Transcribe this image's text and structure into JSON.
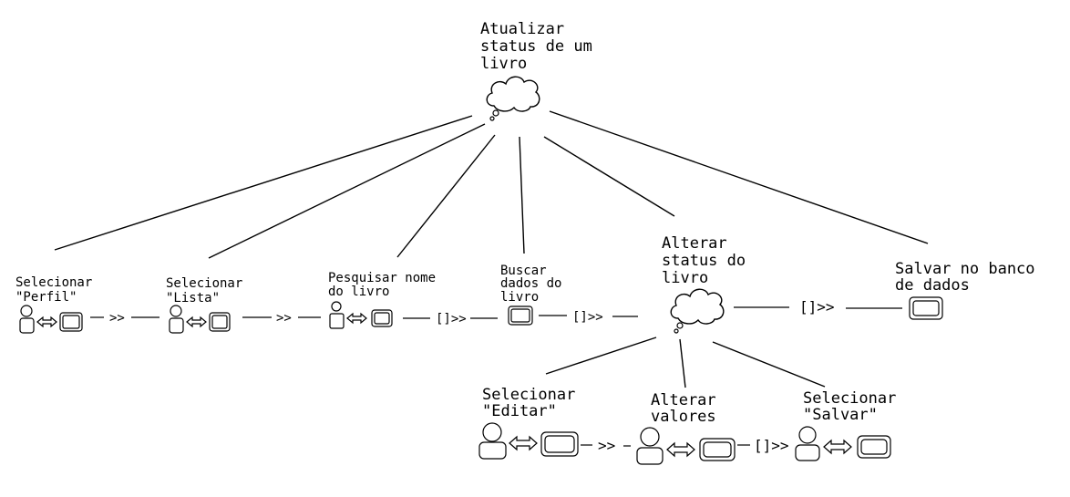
{
  "root": {
    "label_lines": [
      "Atualizar",
      "status de um",
      "livro"
    ]
  },
  "tasks": {
    "perfil": {
      "label_lines": [
        "Selecionar",
        "\"Perfil\""
      ]
    },
    "lista": {
      "label_lines": [
        "Selecionar",
        "\"Lista\""
      ]
    },
    "pesquisar": {
      "label_lines": [
        "Pesquisar nome",
        "do livro"
      ]
    },
    "buscar": {
      "label_lines": [
        "Buscar",
        "dados do",
        "livro"
      ]
    },
    "alterar_status": {
      "label_lines": [
        "Alterar",
        "status do",
        "livro"
      ]
    },
    "salvar_banco": {
      "label_lines": [
        "Salvar no banco",
        "de dados"
      ]
    },
    "editar": {
      "label_lines": [
        "Selecionar",
        "\"Editar\""
      ]
    },
    "alterar_valores": {
      "label_lines": [
        "Alterar",
        "valores"
      ]
    },
    "salvar": {
      "label_lines": [
        "Selecionar",
        "\"Salvar\""
      ]
    }
  },
  "operators": {
    "enabling": ">>",
    "enabling_info": "[]>>"
  }
}
